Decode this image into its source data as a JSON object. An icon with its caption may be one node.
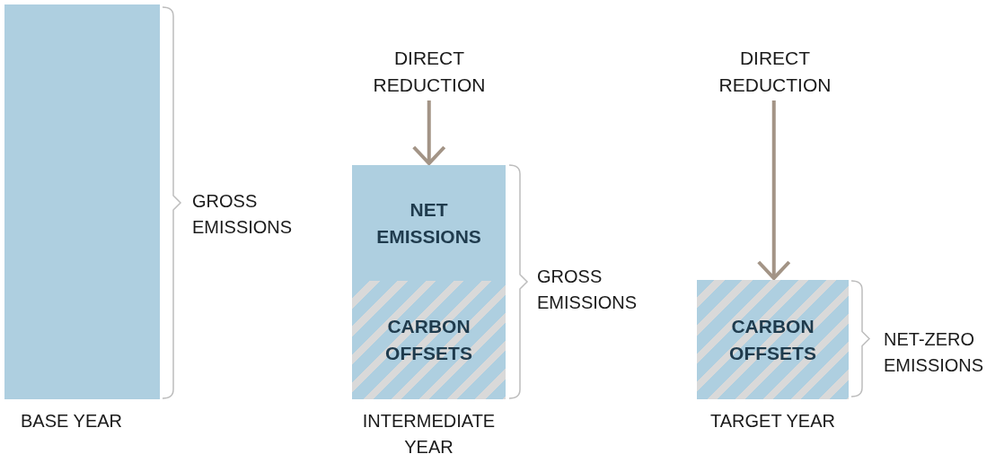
{
  "diagram": {
    "nodes": [
      {
        "text": [],
        "shape": "bar",
        "beside": [
          "BASE YEAR"
        ]
      },
      {
        "text": [
          "DIRECT REDUCTION"
        ]
      },
      {
        "text": [
          "NET EMISSIONS"
        ]
      },
      {
        "text": [
          "CARBON OFFSETS"
        ],
        "beside": [
          "INTERMEDIATE YEAR"
        ]
      },
      {
        "text": [
          "DIRECT REDUCTION"
        ]
      },
      {
        "text": [
          "CARBON OFFSETS"
        ],
        "beside": [
          "TARGET YEAR"
        ]
      }
    ],
    "edges": [
      {
        "from": 1,
        "to": 2,
        "arrow": "to"
      },
      {
        "from": 4,
        "to": 5,
        "arrow": "to"
      }
    ],
    "labels": [
      "GROSS EMISSIONS",
      "GROSS EMISSIONS",
      "NET-ZERO EMISSIONS"
    ]
  }
}
